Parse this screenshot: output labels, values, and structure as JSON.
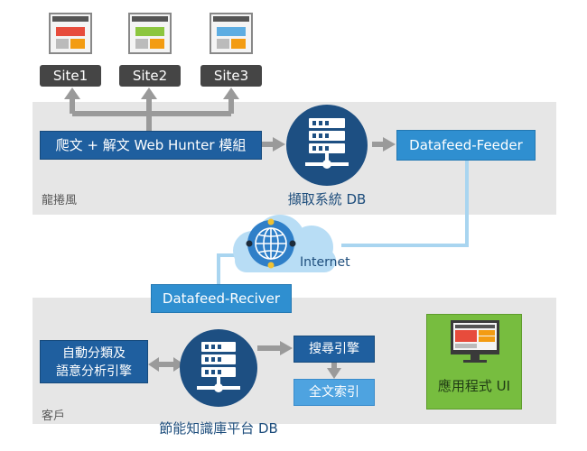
{
  "sites": [
    {
      "label": "Site1",
      "accent": "#e74c3c",
      "accent2": "#f39c12"
    },
    {
      "label": "Site2",
      "accent": "#8cc63f",
      "accent2": "#f39c12"
    },
    {
      "label": "Site3",
      "accent": "#5dade2",
      "accent2": "#f39c12"
    }
  ],
  "top_region": {
    "label": "龍捲風",
    "crawler": "爬文 + 解文 Web Hunter 模組",
    "capture_db": "擷取系統 DB",
    "feeder": "Datafeed-Feeder"
  },
  "network": {
    "internet": "Internet",
    "receiver": "Datafeed-Reciver"
  },
  "bottom_region": {
    "label": "客戶",
    "classify": "自動分類及\n語意分析引擎",
    "search_engine": "搜尋引擎",
    "full_text_index": "全文索引",
    "knowledge_db": "節能知識庫平台 DB",
    "app": "應用程式 UI"
  },
  "colors": {
    "dark_blue": "#1f5f9f",
    "mid_blue": "#2f8fd0",
    "light_blue": "#4ea3e0",
    "green": "#77bd3f",
    "band": "#e6e6e6",
    "arrow": "#9a9a9a"
  }
}
